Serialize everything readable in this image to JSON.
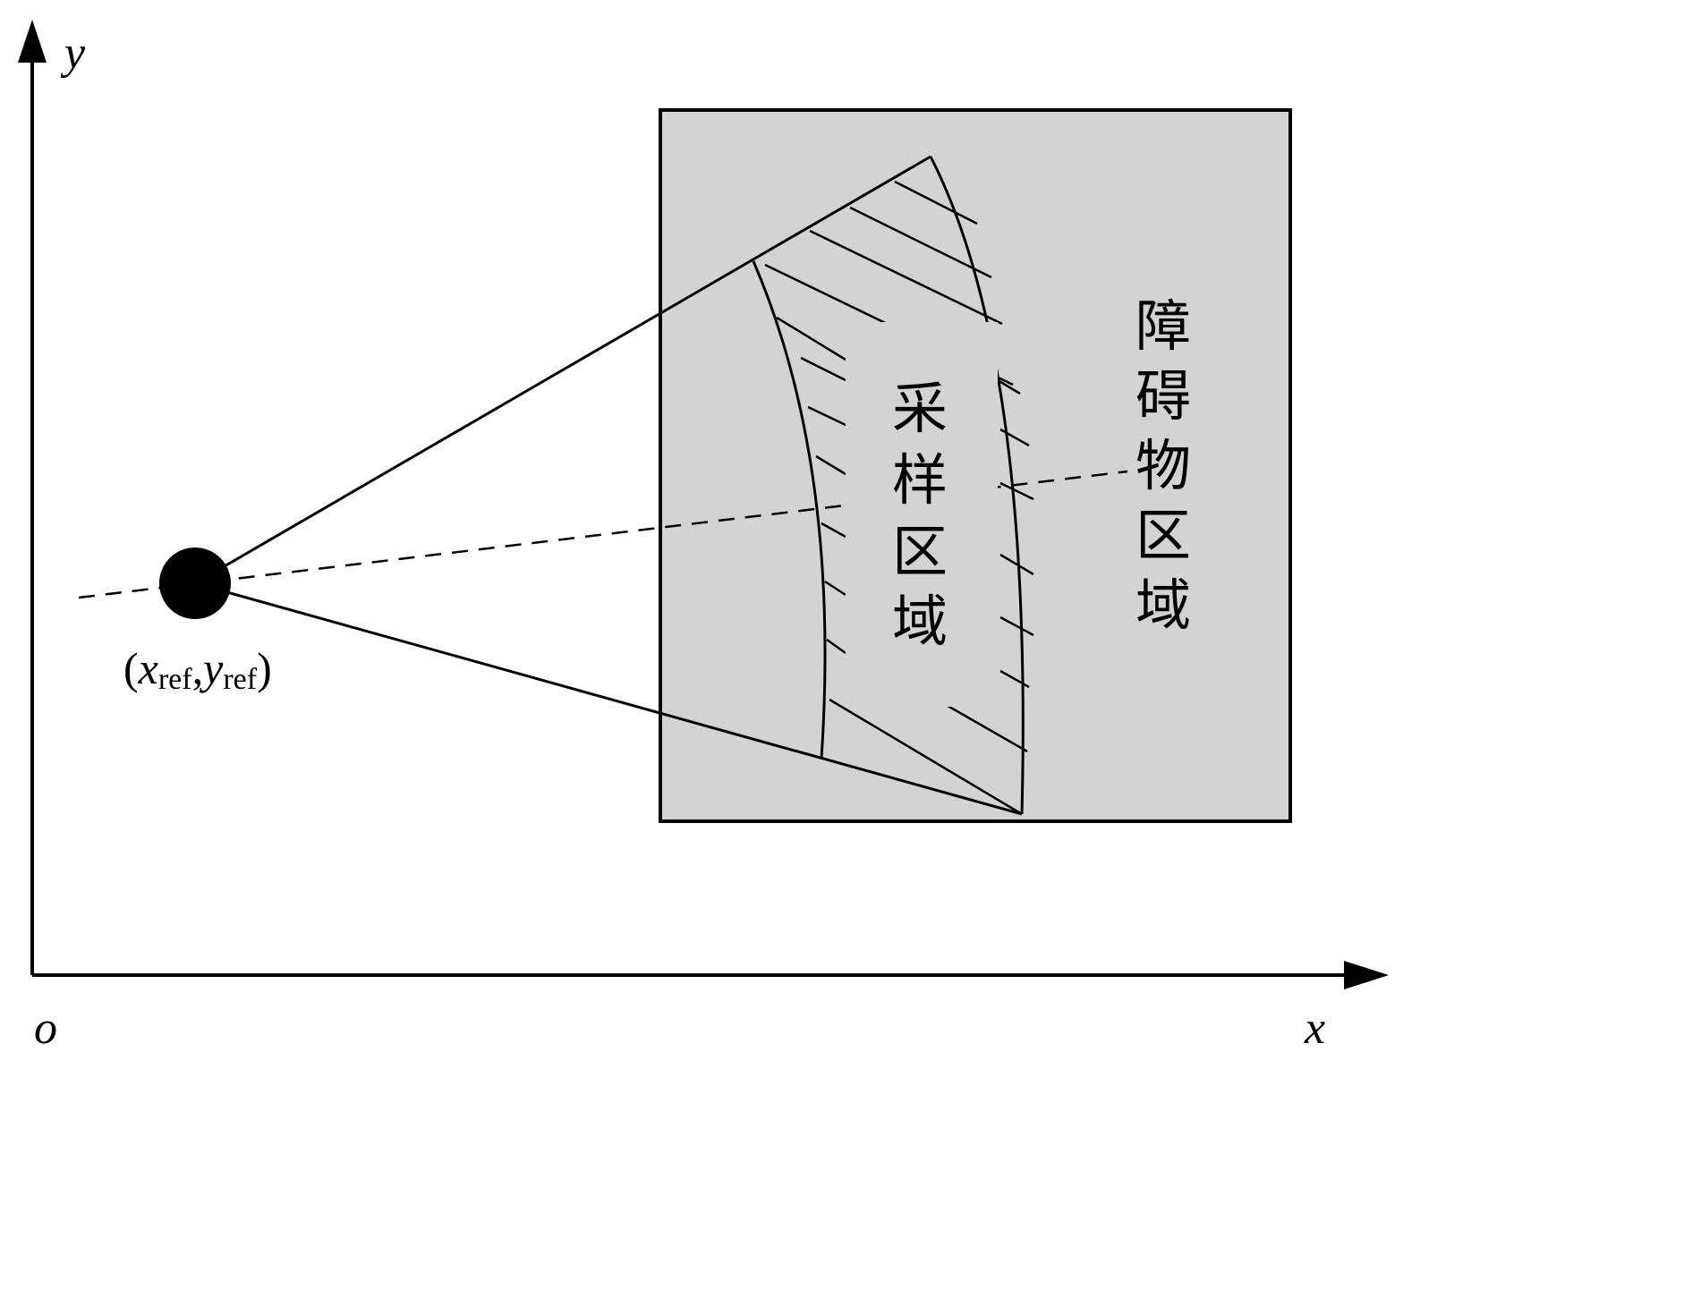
{
  "axes": {
    "y_label": "y",
    "x_label": "x",
    "origin_label": "o"
  },
  "reference_point": {
    "paren_open": "(",
    "x_symbol": "x",
    "x_subscript": "ref",
    "comma": ",",
    "y_symbol": "y",
    "y_subscript": "ref",
    "paren_close": ")"
  },
  "regions": {
    "sampling": [
      "采",
      "样",
      "区",
      "域"
    ],
    "obstacle": [
      "障",
      "碍",
      "物",
      "区",
      "域"
    ]
  },
  "colors": {
    "obstacle_fill": "#d3d3d3",
    "stroke": "#000000",
    "background": "#ffffff"
  }
}
